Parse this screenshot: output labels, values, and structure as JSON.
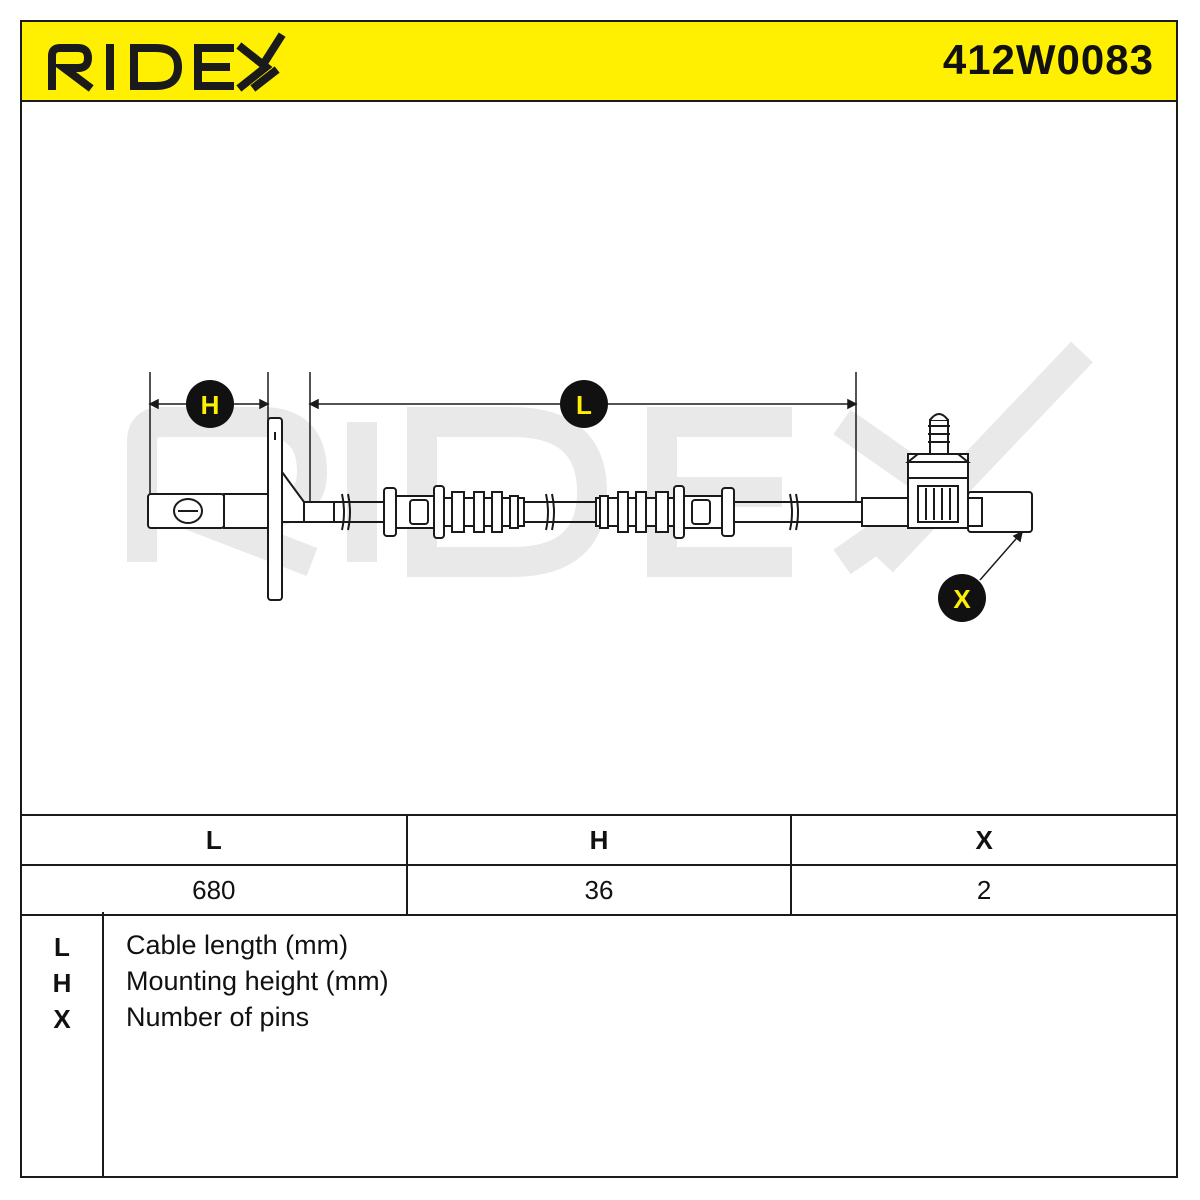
{
  "header": {
    "brand": "RIDEX",
    "part_number": "412W0083"
  },
  "drawing": {
    "dimension_labels": [
      "H",
      "L",
      "X"
    ],
    "watermark": "RIDEX"
  },
  "spec_table": {
    "headers": [
      "L",
      "H",
      "X"
    ],
    "values": [
      "680",
      "36",
      "2"
    ]
  },
  "legend": [
    {
      "key": "L",
      "text": "Cable length (mm)"
    },
    {
      "key": "H",
      "text": "Mounting height (mm)"
    },
    {
      "key": "X",
      "text": "Number of pins"
    }
  ],
  "colors": {
    "header_yellow": "#ffef00",
    "line": "#1a1a1a",
    "watermark": "#e9e9e9"
  }
}
